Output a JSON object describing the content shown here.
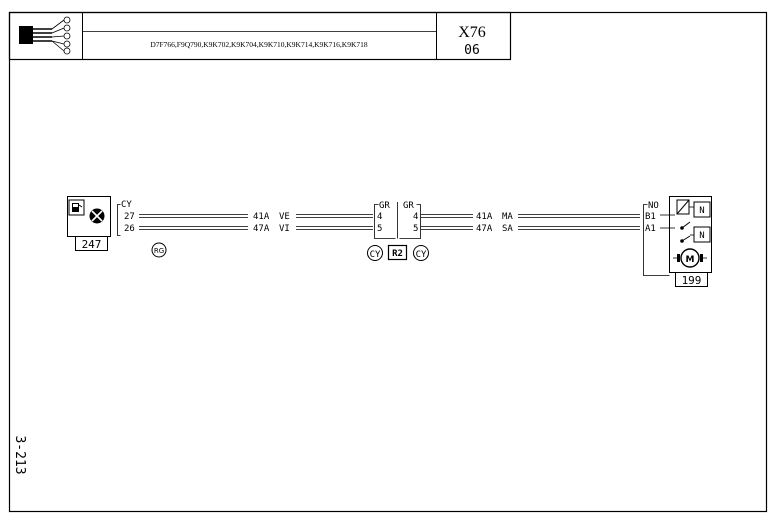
{
  "header": {
    "engine_codes": "D7F766,F9Q790,K9K702,K9K704,K9K710,K9K714,K9K716,K9K718",
    "vehicle_code": "X76",
    "revision": "06",
    "logo_icon": "harness-connector-icon"
  },
  "page_number": "3-213",
  "left_component": {
    "number": "247",
    "connector_color": "CY",
    "pins": [
      "27",
      "26"
    ],
    "ground_symbol": "RG",
    "icons": [
      "fuel-pump-icon",
      "warning-lamp-icon"
    ]
  },
  "intermediate_connector": {
    "left_color": "GR",
    "right_color": "GR",
    "left_pins": [
      "4",
      "5"
    ],
    "right_pins": [
      "4",
      "5"
    ],
    "left_label": "CY",
    "center_label": "R2",
    "right_label": "CY"
  },
  "right_component": {
    "number": "199",
    "connector_color": "NO",
    "pins": [
      "B1",
      "A1"
    ],
    "relay_labels": [
      "N",
      "N"
    ],
    "motor_label": "M",
    "icons": [
      "relay-icon",
      "motor-icon"
    ]
  },
  "wires": {
    "left": [
      {
        "code": "41A",
        "color": "VE"
      },
      {
        "code": "47A",
        "color": "VI"
      }
    ],
    "right": [
      {
        "code": "41A",
        "color": "MA"
      },
      {
        "code": "47A",
        "color": "SA"
      }
    ]
  }
}
